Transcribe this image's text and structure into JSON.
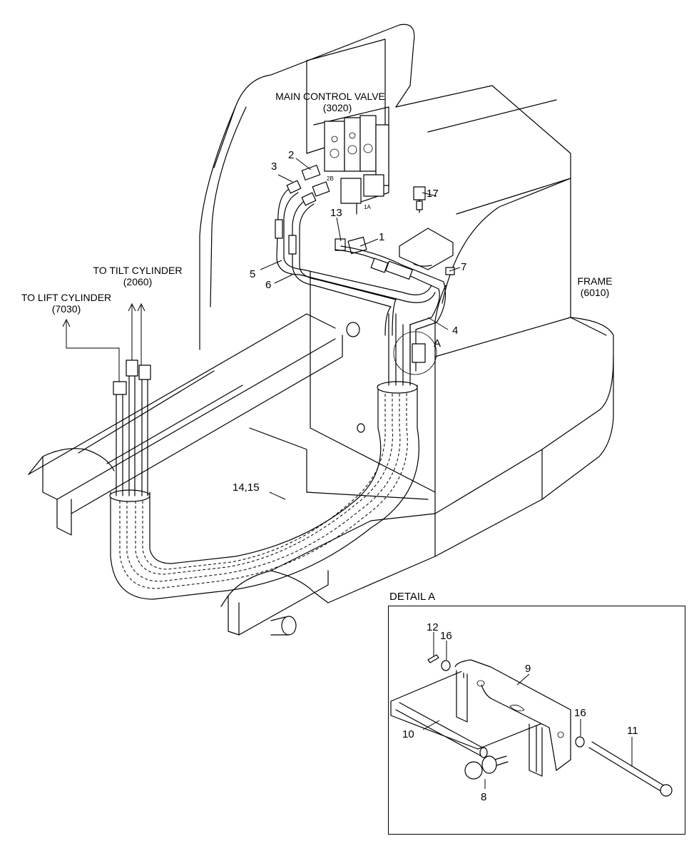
{
  "labels": {
    "main_control_valve": "MAIN CONTROL VALVE",
    "main_control_valve_code": "(3020)",
    "tilt_cylinder": "TO TILT CYLINDER",
    "tilt_cylinder_code": "(2060)",
    "lift_cylinder": "TO LIFT CYLINDER",
    "lift_cylinder_code": "(7030)",
    "frame": "FRAME",
    "frame_code": "(6010)",
    "detail_title": "DETAIL A",
    "detail_marker": "A",
    "port_2b": "2B",
    "port_1a": "1A"
  },
  "callouts": {
    "n1": "1",
    "n2": "2",
    "n3": "3",
    "n4": "4",
    "n5": "5",
    "n6": "6",
    "n7": "7",
    "n8": "8",
    "n9": "9",
    "n10": "10",
    "n11": "11",
    "n12": "12",
    "n13": "13",
    "n14_15": "14,15",
    "n16a": "16",
    "n16b": "16",
    "n17": "17"
  }
}
